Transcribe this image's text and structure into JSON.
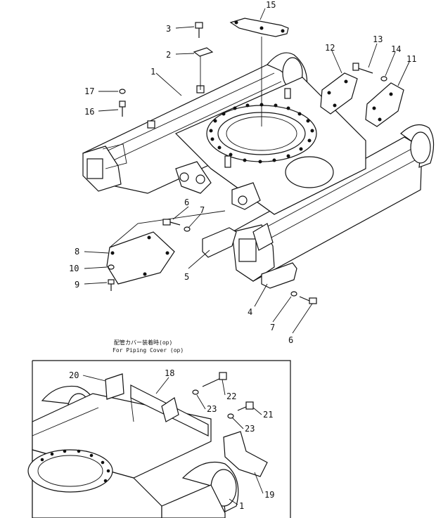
{
  "callouts_main": [
    "15",
    "3",
    "2",
    "13",
    "14",
    "11",
    "12",
    "1",
    "17",
    "16",
    "6",
    "7",
    "8",
    "10",
    "9",
    "5",
    "4",
    "7",
    "6"
  ],
  "inset": {
    "caption_jp": "配管カバー装着時(op)",
    "caption_en": "For Piping Cover (op)",
    "callouts": [
      "20",
      "18",
      "22",
      "23",
      "21",
      "23",
      "19",
      "1"
    ]
  }
}
